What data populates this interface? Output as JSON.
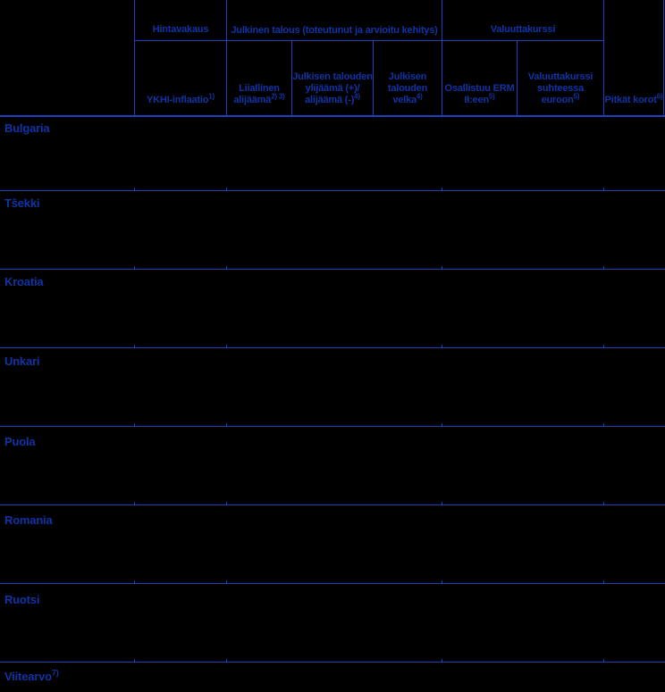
{
  "colors": {
    "background": "#000000",
    "text_blue": "#1133a4",
    "line_blue": "#1e3fbf"
  },
  "table": {
    "header": {
      "groups": [
        {
          "label": "Hintavakaus"
        },
        {
          "label": "Julkinen talous (toteutunut ja arvioitu kehitys)"
        },
        {
          "label": "Valuuttakurssi"
        }
      ],
      "columns": [
        {
          "label": "YKHI-inflaatio",
          "sup": "1)"
        },
        {
          "label": "Liiallinen alijäämä",
          "sup": "2) 3)"
        },
        {
          "label": "Julkisen talouden ylijäämä (+)/ alijäämä (-)",
          "sup": "4)"
        },
        {
          "label": "Julkisen talouden velka",
          "sup": "4)"
        },
        {
          "label": "Osallistuu ERM II:een",
          "sup": "5)"
        },
        {
          "label": "Valuuttakurssi suhteessa euroon",
          "sup": "5)"
        },
        {
          "label": "Pitkät korot",
          "sup": "6)"
        }
      ]
    },
    "rows": [
      {
        "label": "Bulgaria",
        "sup": ""
      },
      {
        "label": "Tšekki",
        "sup": ""
      },
      {
        "label": "Kroatia",
        "sup": ""
      },
      {
        "label": "Unkari",
        "sup": ""
      },
      {
        "label": "Puola",
        "sup": ""
      },
      {
        "label": "Romania",
        "sup": ""
      },
      {
        "label": "Ruotsi",
        "sup": ""
      },
      {
        "label": "Viitearvo",
        "sup": "7)"
      }
    ],
    "cells_note": "data cells are empty in the screenshot"
  }
}
